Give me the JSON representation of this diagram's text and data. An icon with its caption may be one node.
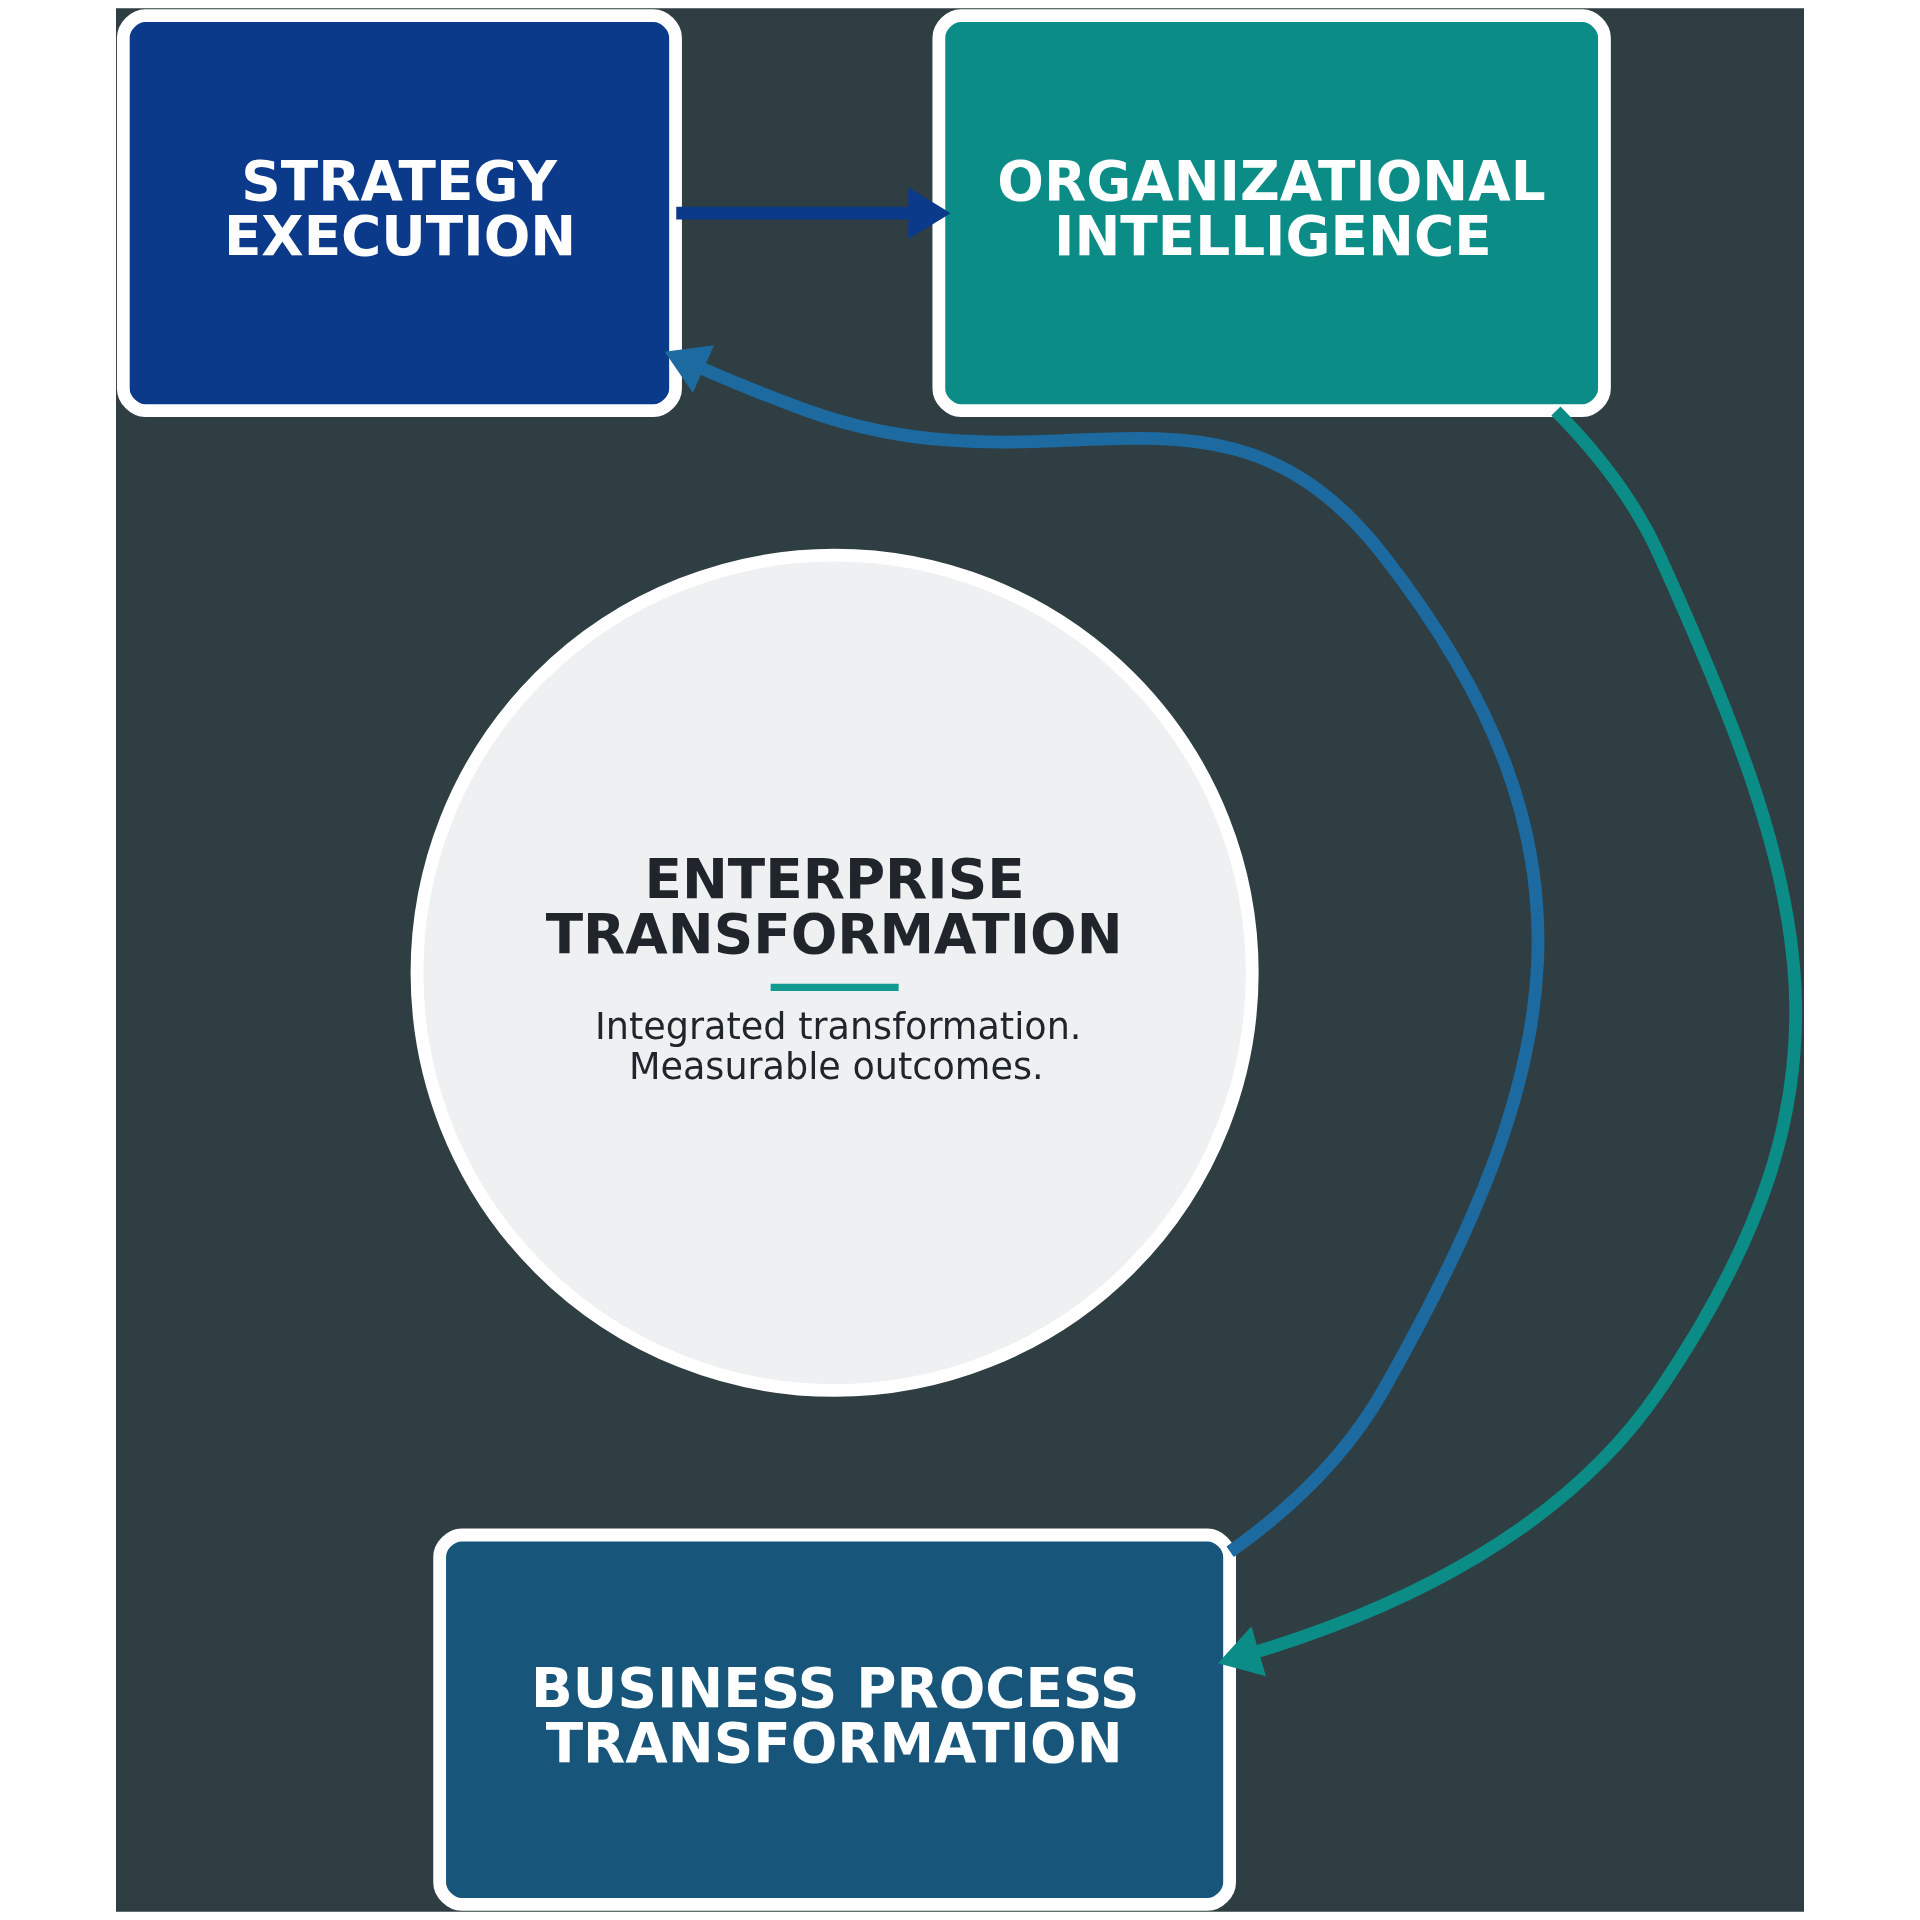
{
  "diagram": {
    "nodes": [
      {
        "text": [
          "STRATEGY EXECUTION"
        ]
      },
      {
        "text": [
          "ORGANIZATIONAL INTELLIGENCE"
        ]
      },
      {
        "text": [
          "ENTERPRISE TRANSFORMATION",
          "Integrated transformation. Measurable outcomes."
        ]
      },
      {
        "text": [
          "BUSINESS PROCESS TRANSFORMATION"
        ]
      }
    ],
    "edges": [
      {
        "from": 0,
        "to": 1,
        "arrow": "to",
        "color": "#0b3a8a"
      },
      {
        "from": 1,
        "to": 3,
        "arrow": "to",
        "color": "#0b8c86"
      },
      {
        "from": 3,
        "to": 0,
        "arrow": "to",
        "color": "#1c6aa0"
      }
    ]
  }
}
